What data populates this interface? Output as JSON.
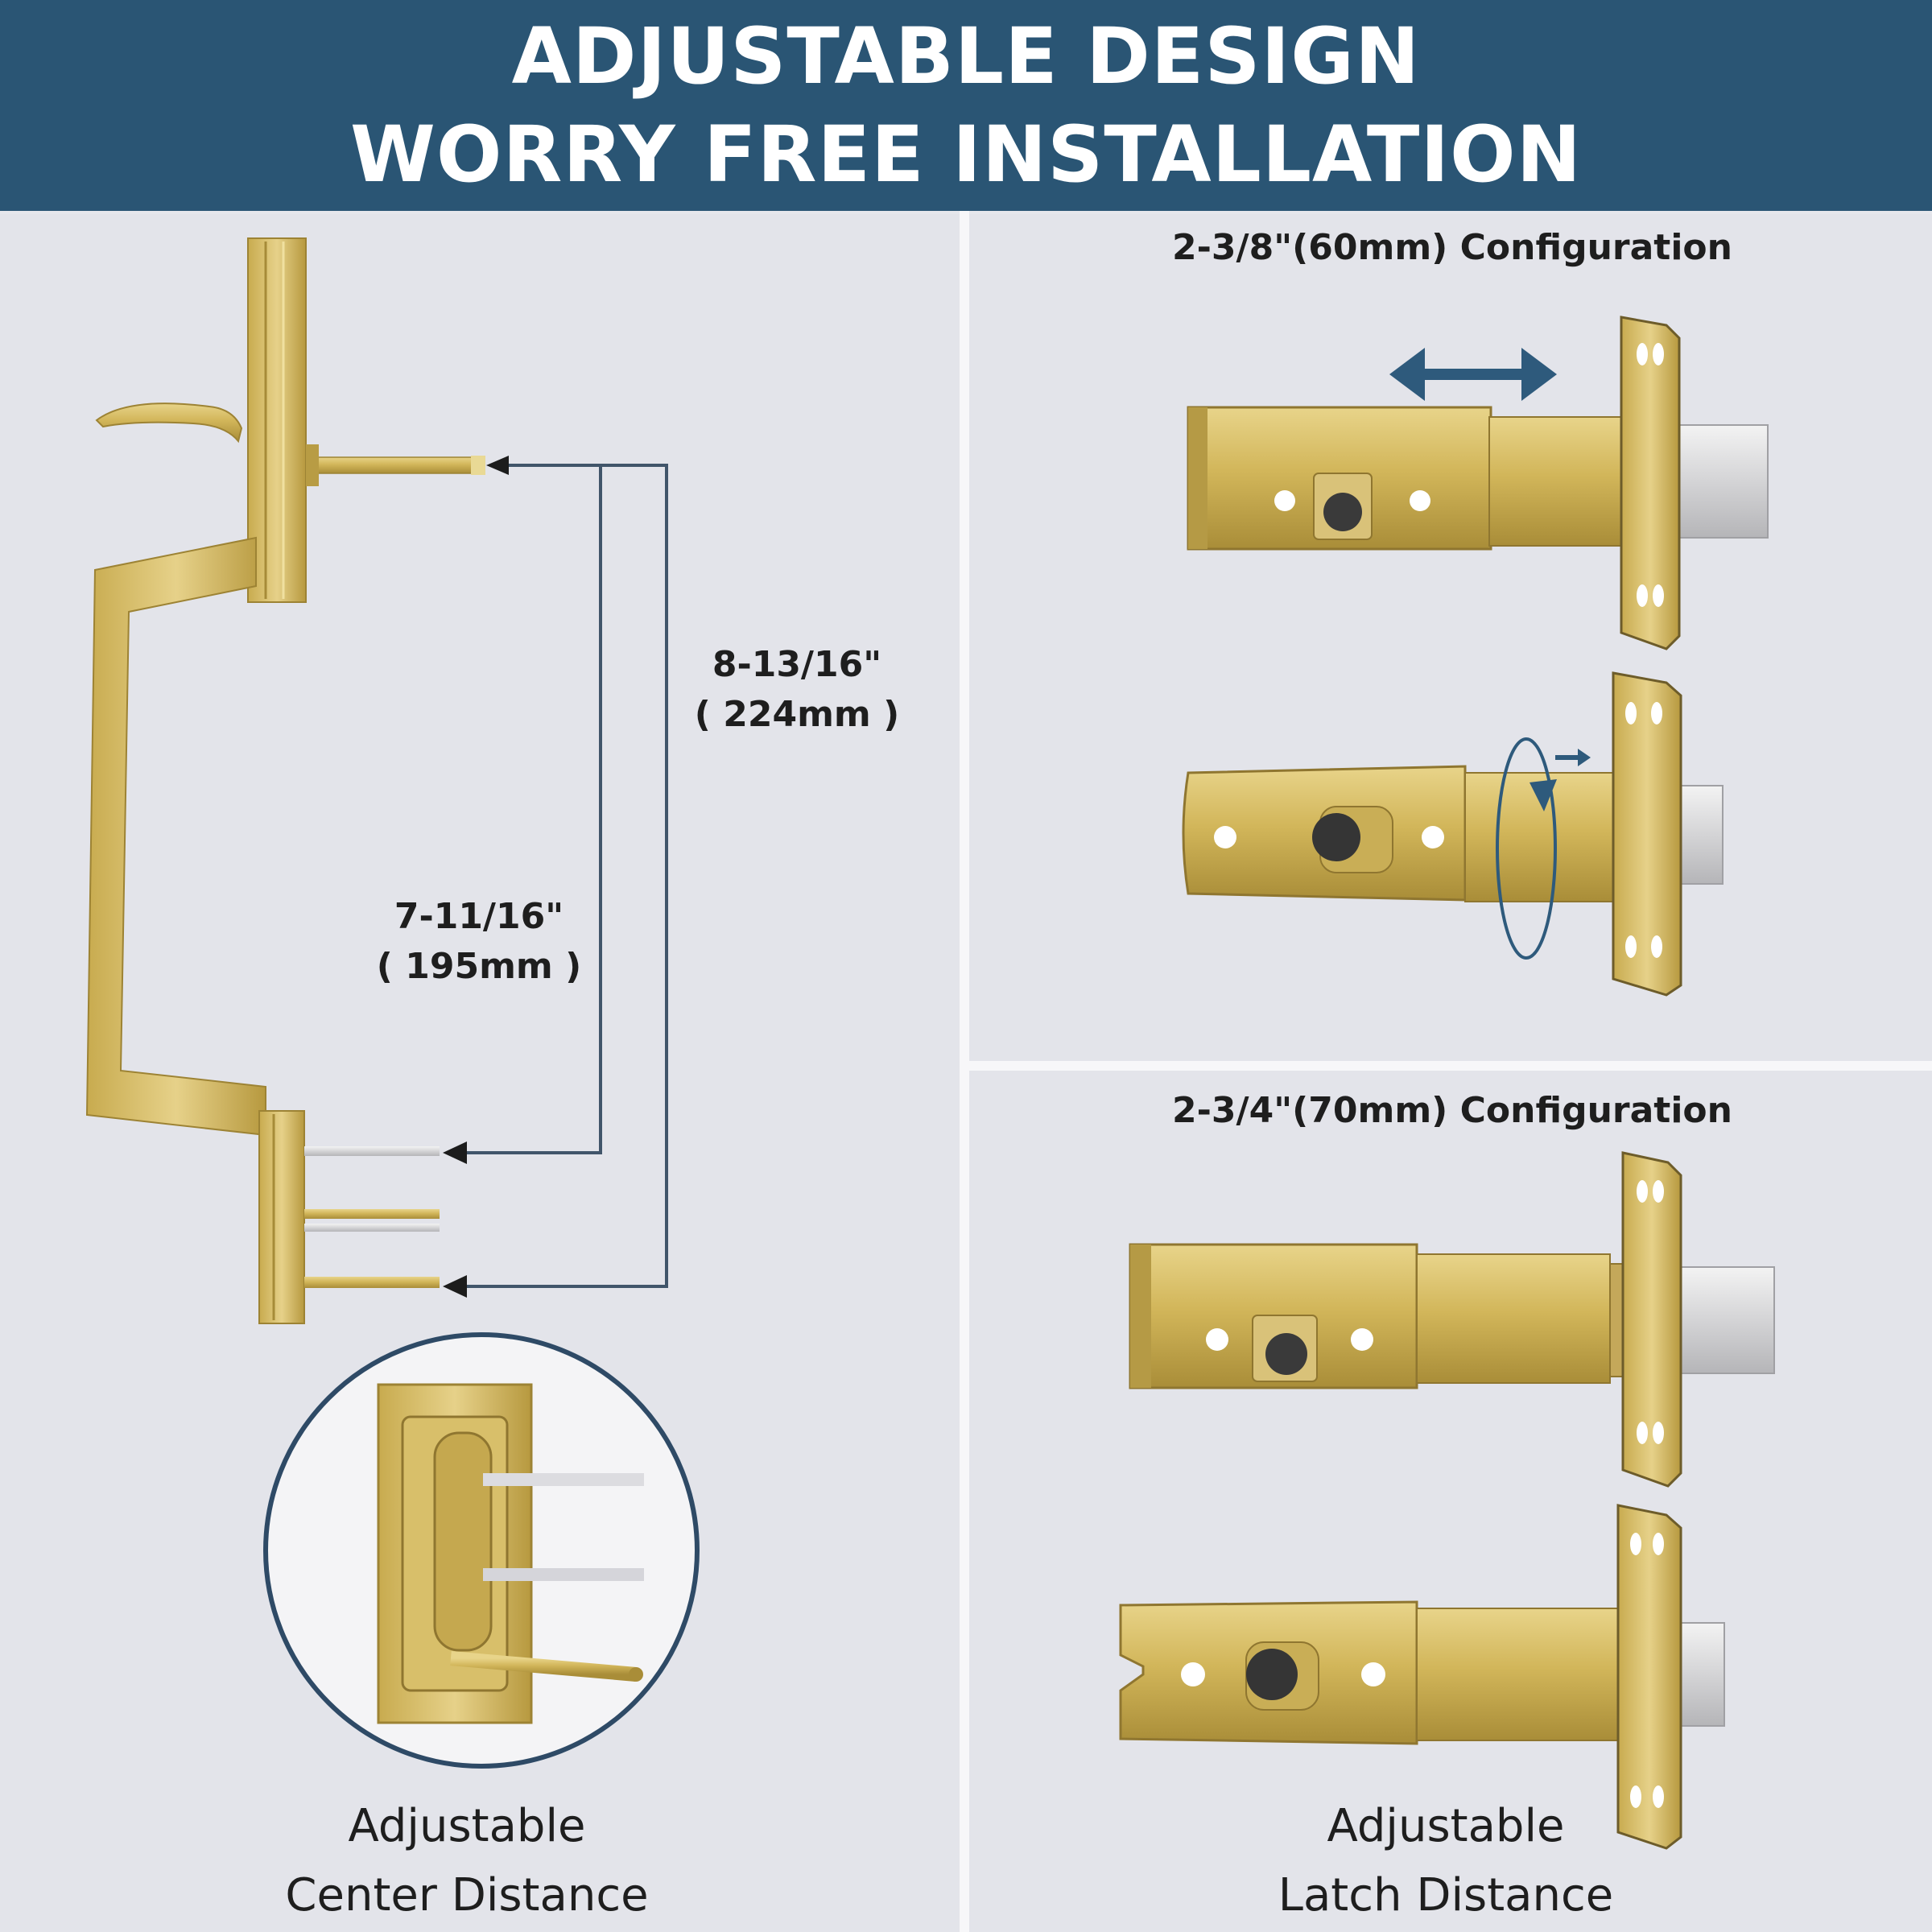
{
  "header": {
    "title_line1": "ADJUSTABLE DESIGN",
    "title_line2": "WORRY FREE INSTALLATION",
    "background_color": "#2a5574",
    "text_color": "#ffffff"
  },
  "left_panel": {
    "dimension_outer": {
      "fraction": "8-13/16\"",
      "metric": "( 224mm )"
    },
    "dimension_inner": {
      "fraction": "7-11/16\"",
      "metric": "( 195mm )"
    },
    "caption_line1": "Adjustable",
    "caption_line2": "Center Distance"
  },
  "right_top": {
    "configuration_label": "2-3/8\"(60mm) Configuration"
  },
  "right_bottom": {
    "configuration_label": "2-3/4\"(70mm) Configuration",
    "caption_line1": "Adjustable",
    "caption_line2": "Latch Distance"
  },
  "colors": {
    "brass": "#d2b65a",
    "arrow_blue": "#2e5a7c",
    "panel_bg": "#e3e4ea"
  },
  "icons": [
    "double-arrow-icon",
    "rotate-arrow-icon",
    "small-arrow-icon"
  ]
}
